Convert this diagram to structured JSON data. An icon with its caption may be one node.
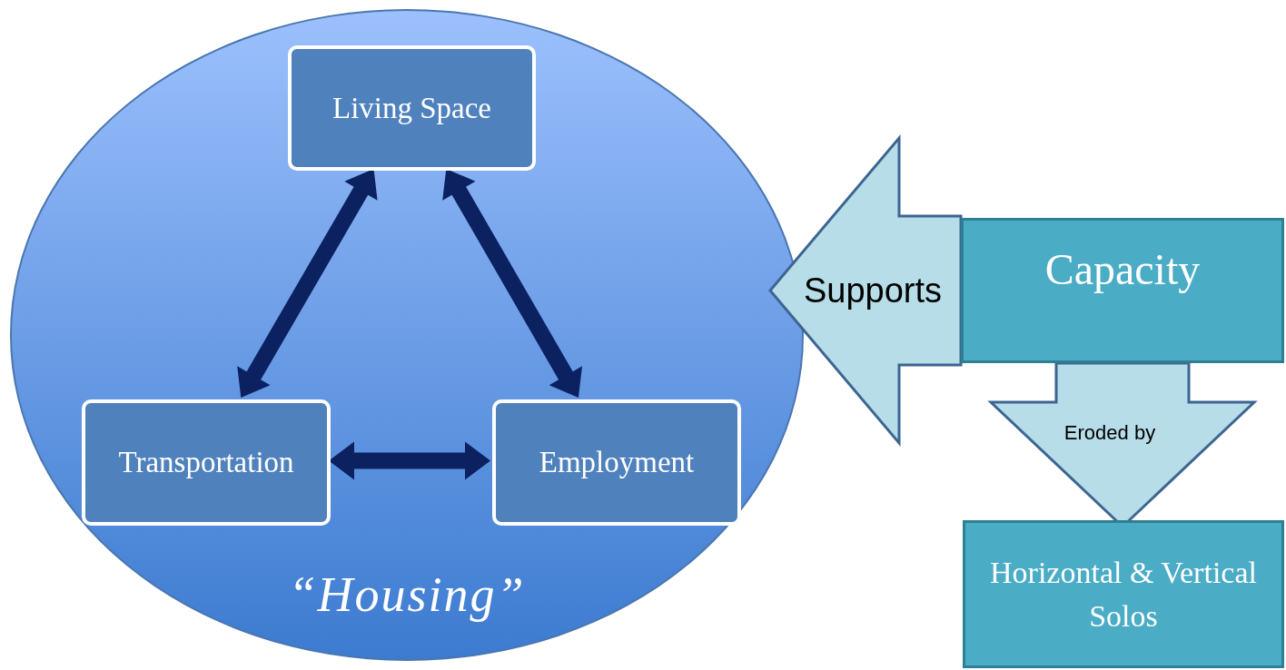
{
  "diagram": {
    "nodes": [
      {
        "text": [
          "“Housing”"
        ]
      },
      {
        "text": [
          "Living Space"
        ],
        "in": 0
      },
      {
        "text": [
          "Transportation"
        ],
        "in": 0
      },
      {
        "text": [
          "Employment"
        ],
        "in": 0
      },
      {
        "text": [
          "Capacity"
        ]
      },
      {
        "text": [
          "Horizontal & Vertical Solos"
        ]
      }
    ],
    "edges": [
      {
        "from": 1,
        "to": 2,
        "arrow": "both"
      },
      {
        "from": 1,
        "to": 3,
        "arrow": "both"
      },
      {
        "from": 2,
        "to": 3,
        "arrow": "both"
      },
      {
        "from": 4,
        "to": 0,
        "arrow": "to",
        "label": "Supports",
        "style": "thick",
        "color": "#b7dde8"
      },
      {
        "from": 4,
        "to": 5,
        "arrow": "to",
        "label": "Eroded by",
        "style": "thick",
        "color": "#b7dde8"
      }
    ]
  }
}
